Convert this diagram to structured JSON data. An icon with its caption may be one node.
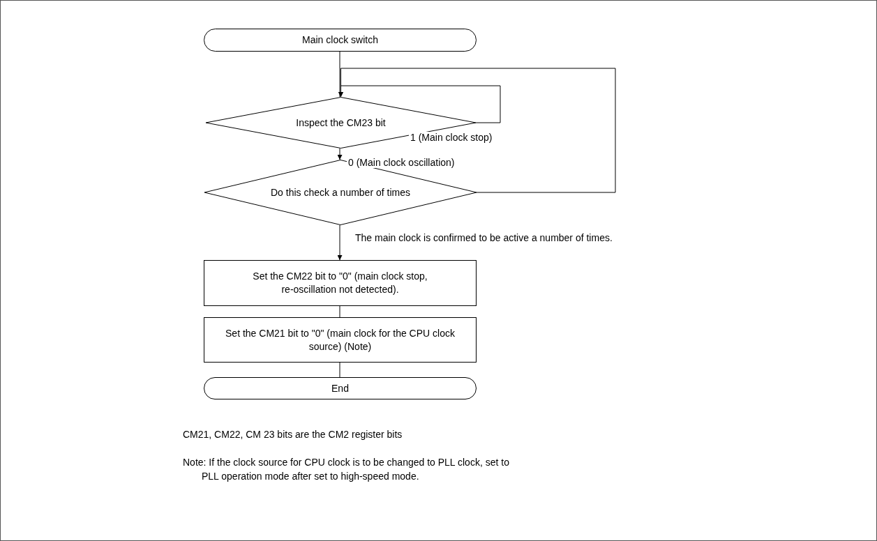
{
  "diagram": {
    "nodes": [
      {
        "text": [
          "Main clock switch"
        ]
      },
      {
        "text": [
          "Inspect the CM23 bit"
        ]
      },
      {
        "text": [
          "Do this check a number of times"
        ]
      },
      {
        "text": [
          "Set the CM22 bit to \"0\" (main clock stop, re-oscillation not detected)."
        ]
      },
      {
        "text": [
          "Set the CM21 bit to \"0\" (main clock for the CPU clock source) (Note)"
        ]
      },
      {
        "text": [
          "End"
        ]
      }
    ],
    "edges": [
      {
        "from": 0,
        "to": 1,
        "arrow": "none"
      },
      {
        "from": 1,
        "to": 1,
        "arrow": "to",
        "label": "1 (Main clock stop)"
      },
      {
        "from": 2,
        "to": 1,
        "arrow": "to"
      },
      {
        "from": 1,
        "to": 2,
        "arrow": "to",
        "label": "0 (Main clock oscillation)"
      },
      {
        "from": 2,
        "to": 3,
        "arrow": "to",
        "label": "The main clock is confirmed to be active a number of times."
      },
      {
        "from": 3,
        "to": 4,
        "arrow": "none"
      },
      {
        "from": 4,
        "to": 5,
        "arrow": "none"
      }
    ],
    "labels": [
      "CM21, CM22, CM 23 bits are the CM2 register bits",
      "Note: If the clock source for CPU clock is to be changed to PLL clock, set to PLL operation mode after set to high-speed mode."
    ]
  }
}
